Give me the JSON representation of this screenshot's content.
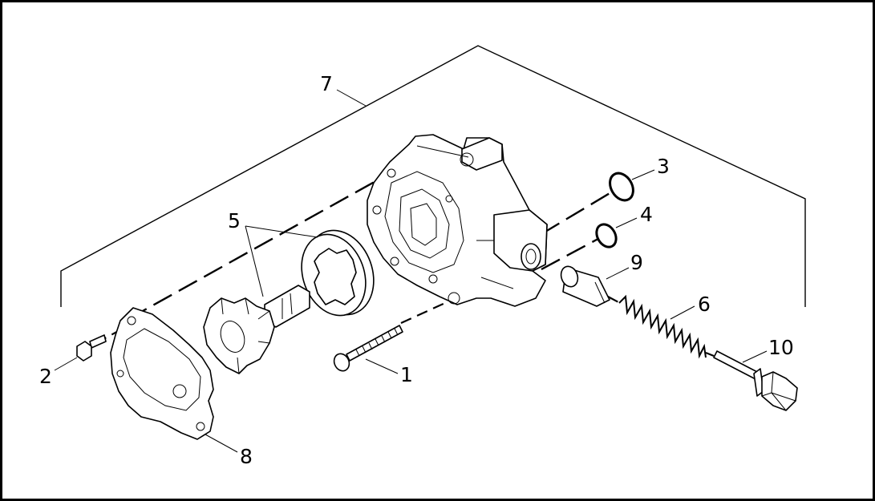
{
  "diagram": {
    "callouts": [
      "1",
      "2",
      "3",
      "4",
      "5",
      "6",
      "7",
      "8",
      "9",
      "10"
    ]
  }
}
